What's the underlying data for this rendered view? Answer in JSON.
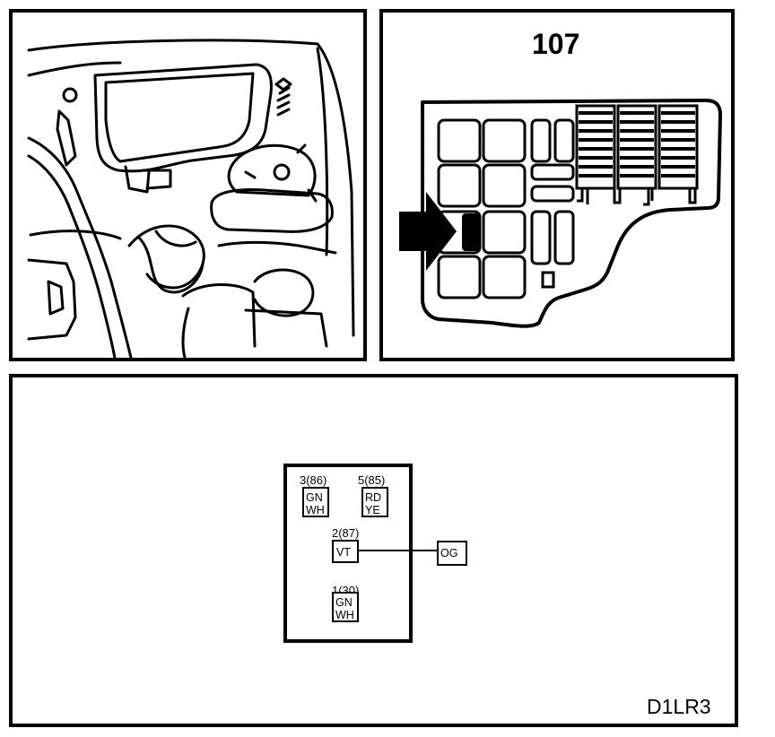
{
  "fusebox": {
    "number": "107"
  },
  "relay": {
    "pins": [
      {
        "id": "3(86)",
        "wires": [
          "GN",
          "WH"
        ]
      },
      {
        "id": "5(85)",
        "wires": [
          "RD",
          "YE"
        ]
      },
      {
        "id": "2(87)",
        "wires": [
          "VT"
        ]
      },
      {
        "id": "1(30)",
        "wires": [
          "GN",
          "WH"
        ]
      }
    ],
    "external_wire": "OG"
  },
  "figure_code": "D1LR3"
}
